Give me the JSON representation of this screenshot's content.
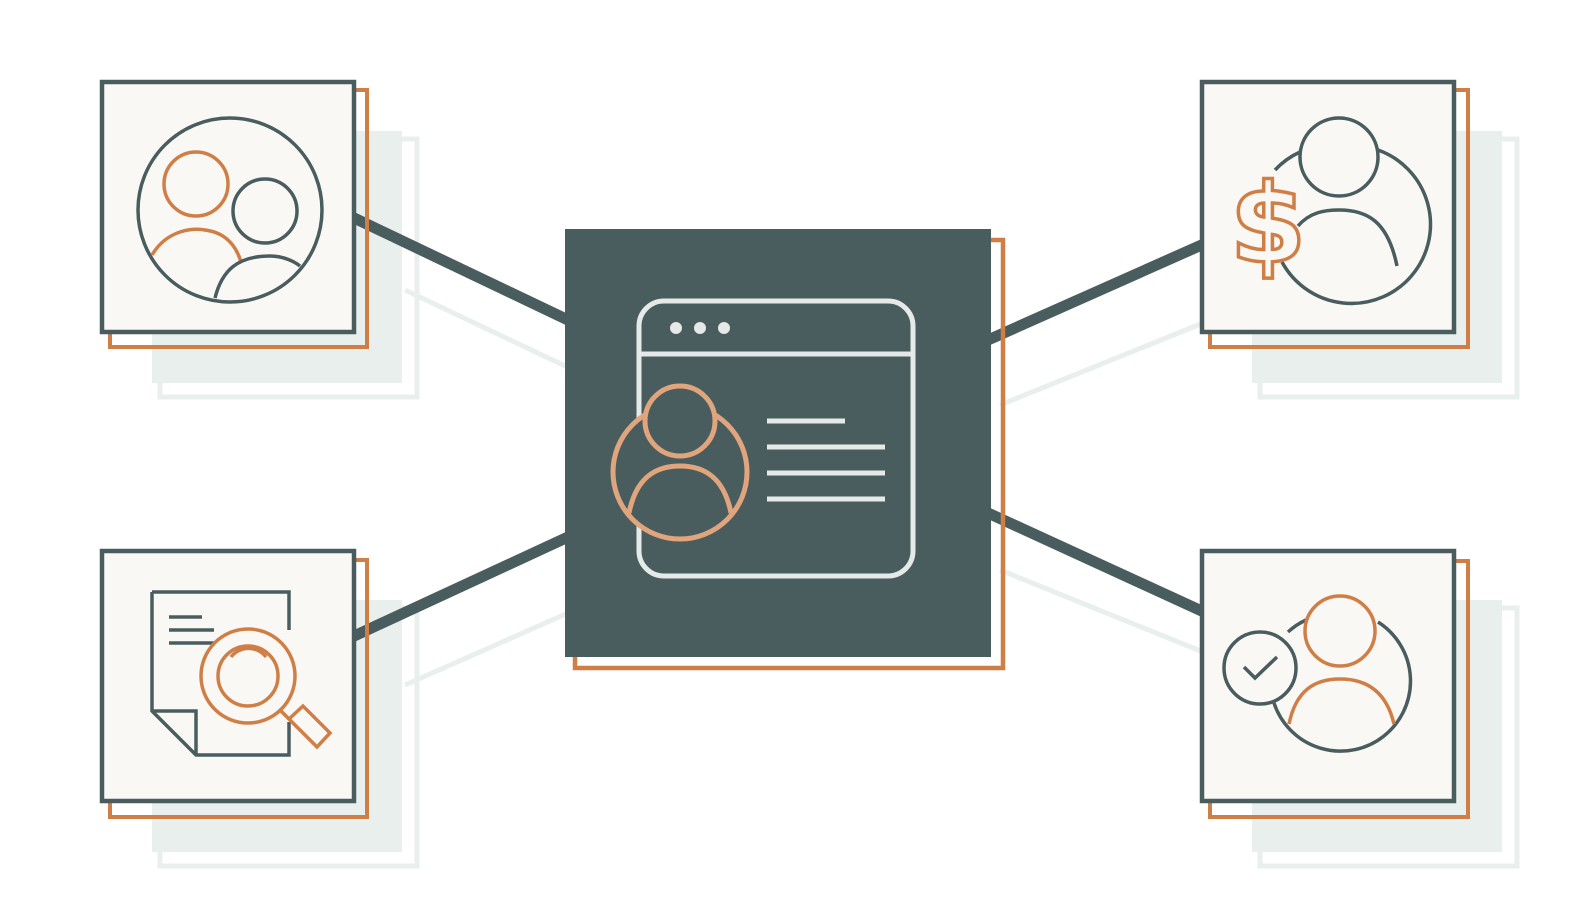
{
  "colors": {
    "background": "#ffffff",
    "slate": "#4a5d5e",
    "orange": "#cf7f45",
    "peach": "#e0a57d",
    "light": "#e5e9e8",
    "card_fill": "#faf8f5",
    "shadow": "#e9efed"
  },
  "diagram": {
    "center": {
      "name": "user-profile-browser-window",
      "icons": [
        "browser-window-icon",
        "user-profile-icon",
        "text-lines-icon"
      ]
    },
    "nodes": [
      {
        "name": "group-users",
        "icon": "user-group-icon"
      },
      {
        "name": "user-payment",
        "icon": "user-dollar-icon"
      },
      {
        "name": "document-search",
        "icon": "document-magnifier-icon"
      },
      {
        "name": "user-verified",
        "icon": "user-checkmark-icon"
      }
    ],
    "connections": [
      {
        "from": "group-users",
        "to": "user-profile-browser-window"
      },
      {
        "from": "user-payment",
        "to": "user-profile-browser-window"
      },
      {
        "from": "document-search",
        "to": "user-profile-browser-window"
      },
      {
        "from": "user-verified",
        "to": "user-profile-browser-window"
      }
    ]
  }
}
